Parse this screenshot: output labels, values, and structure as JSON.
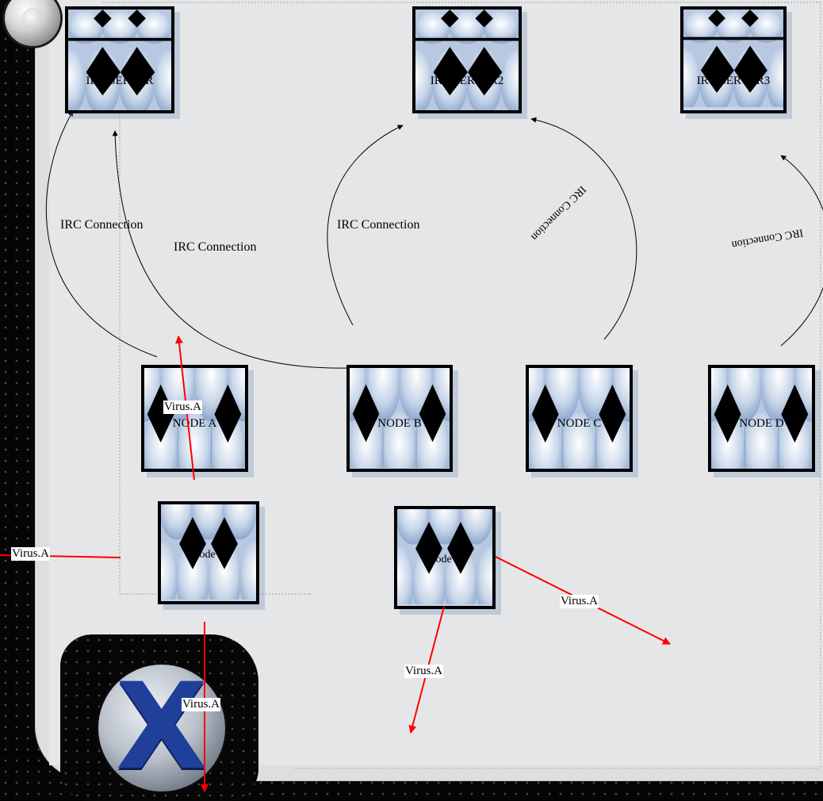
{
  "servers": [
    {
      "id": "s1",
      "label": "IRC SERVER"
    },
    {
      "id": "s2",
      "label": "IRC SERVER2"
    },
    {
      "id": "s3",
      "label": "IRC SERVER3"
    }
  ],
  "irc_nodes": [
    {
      "id": "nA",
      "label": "NODE A"
    },
    {
      "id": "nB",
      "label": "NODE B"
    },
    {
      "id": "nC",
      "label": "NODE C"
    },
    {
      "id": "nD",
      "label": "NODE D"
    }
  ],
  "infected_nodes": [
    {
      "id": "iA",
      "label": "Node A"
    },
    {
      "id": "iB",
      "label": "Node B"
    }
  ],
  "connections": [
    {
      "label": "IRC Connection"
    },
    {
      "label": "IRC Connection"
    },
    {
      "label": "IRC Connection"
    },
    {
      "label": "IRC Connection"
    },
    {
      "label": "IRC Connection"
    }
  ],
  "virus_labels": [
    {
      "label": "Virus.A"
    },
    {
      "label": "Virus.A"
    },
    {
      "label": "Virus.A"
    },
    {
      "label": "Virus.A"
    },
    {
      "label": "Virus.A"
    }
  ],
  "colors": {
    "arrow_red": "#ff0000",
    "node_fill": "#c6d6ea",
    "panel": "#e5e6e7",
    "x_logo": "#1f3f9a"
  },
  "icons": [
    "xp-start-knob-icon",
    "x-logo-icon"
  ]
}
